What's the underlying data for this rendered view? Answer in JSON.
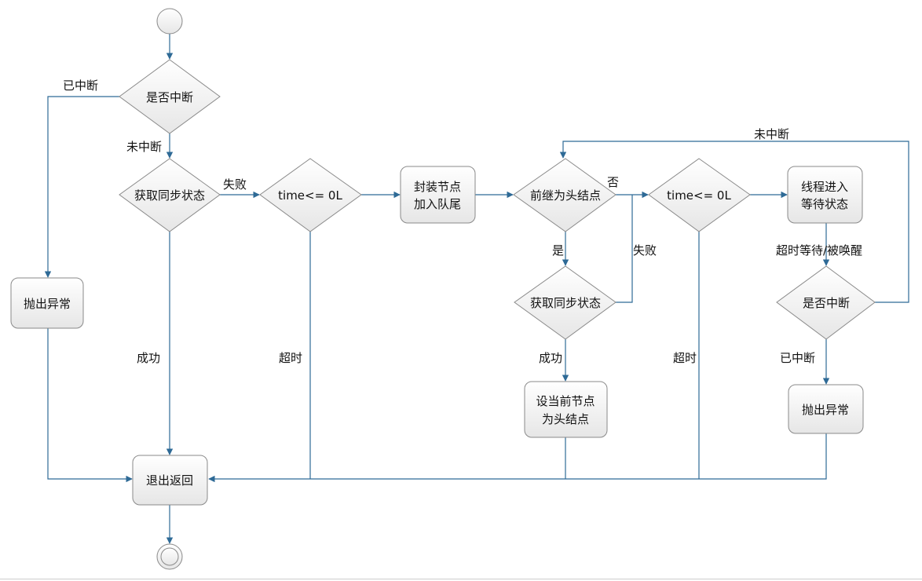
{
  "nodes": {
    "start": "",
    "is_interrupted_1": "是否中断",
    "acquire_sync_1": "获取同步状态",
    "timeout_check_1": "time<= 0L",
    "enqueue": [
      "封装节点",
      "加入队尾"
    ],
    "pred_is_head": "前继为头结点",
    "timeout_check_2": "time<= 0L",
    "thread_wait": [
      "线程进入",
      "等待状态"
    ],
    "acquire_sync_2": "获取同步状态",
    "is_interrupted_2": "是否中断",
    "throw_exception_1": "抛出异常",
    "set_head": [
      "设当前节点",
      "为头结点"
    ],
    "throw_exception_2": "抛出异常",
    "exit_return": "退出返回",
    "end": ""
  },
  "labels": {
    "interrupted_1": "已中断",
    "not_interrupted_1": "未中断",
    "fail_1": "失败",
    "success_1": "成功",
    "timeout_1": "超时",
    "no": "否",
    "not_interrupted_2": "未中断",
    "yes": "是",
    "fail_2": "失败",
    "timed_wait_wake": "超时等待/被唤醒",
    "success_2": "成功",
    "timeout_2": "超时",
    "interrupted_2": "已中断"
  },
  "colors": {
    "edge": "#2e6a96",
    "node_fill_top": "#ffffff",
    "node_fill_bottom": "#e6e6e6",
    "node_stroke": "#8a8a8a"
  }
}
